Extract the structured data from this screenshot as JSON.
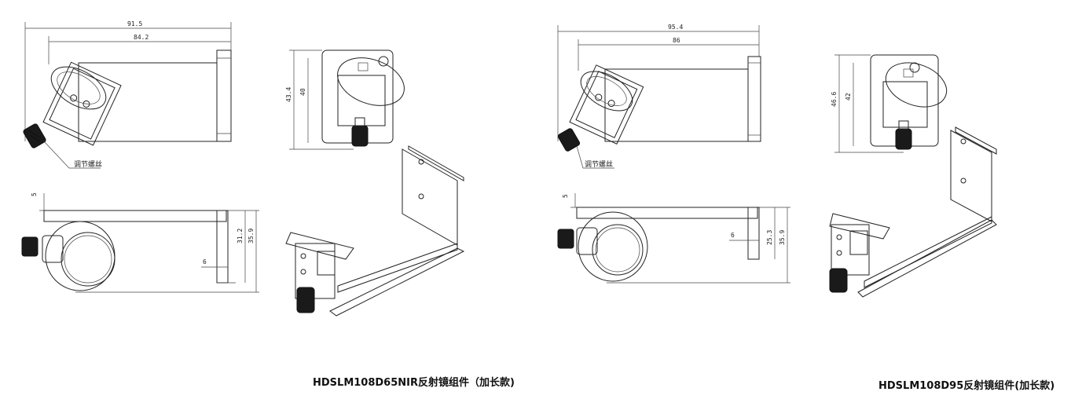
{
  "assemblies": [
    {
      "caption": "HDSLM108D65NIR反射镜组件（加长款)",
      "callout": "调节螺丝",
      "dims": {
        "overall_length": "91.5",
        "inner_length": "84.2",
        "side_height_outer": "43.4",
        "side_height_inner": "40",
        "gap_top": "5",
        "bracket_height": "31.2",
        "total_height": "35.9",
        "lip_width": "6"
      }
    },
    {
      "caption": "HDSLM108D95反射镜组件(加长款)",
      "callout": "调节螺丝",
      "dims": {
        "overall_length": "95.4",
        "inner_length": "86",
        "side_height_outer": "46.6",
        "side_height_inner": "42",
        "gap_top": "5",
        "bracket_height": "25.3",
        "total_height": "35.9",
        "lip_width": "6"
      }
    }
  ],
  "colors": {
    "line": "#222222",
    "knob": "#1a1a1a",
    "background": "#ffffff"
  }
}
